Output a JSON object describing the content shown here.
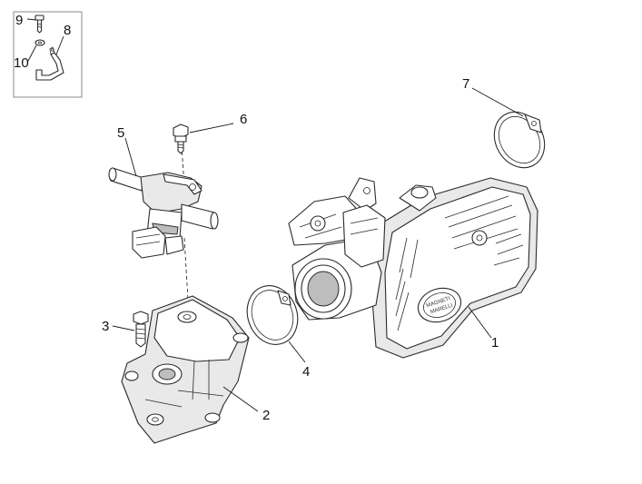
{
  "callouts": {
    "c1": "1",
    "c2": "2",
    "c3": "3",
    "c4": "4",
    "c5": "5",
    "c6": "6",
    "c7": "7",
    "c8": "8",
    "c9": "9",
    "c10": "10"
  },
  "parts": [
    {
      "callout": "1",
      "name": "throttle-body"
    },
    {
      "callout": "2",
      "name": "intake-manifold"
    },
    {
      "callout": "3",
      "name": "manifold-screw"
    },
    {
      "callout": "4",
      "name": "hose-clamp"
    },
    {
      "callout": "5",
      "name": "fuel-injector"
    },
    {
      "callout": "6",
      "name": "injector-screw"
    },
    {
      "callout": "7",
      "name": "hose-clamp"
    },
    {
      "callout": "8",
      "name": "cable-bracket"
    },
    {
      "callout": "9",
      "name": "bracket-screw"
    },
    {
      "callout": "10",
      "name": "washer"
    }
  ],
  "colors": {
    "line": "#2a2a2a",
    "background": "#ffffff",
    "inset_border": "#8a8a8a"
  }
}
